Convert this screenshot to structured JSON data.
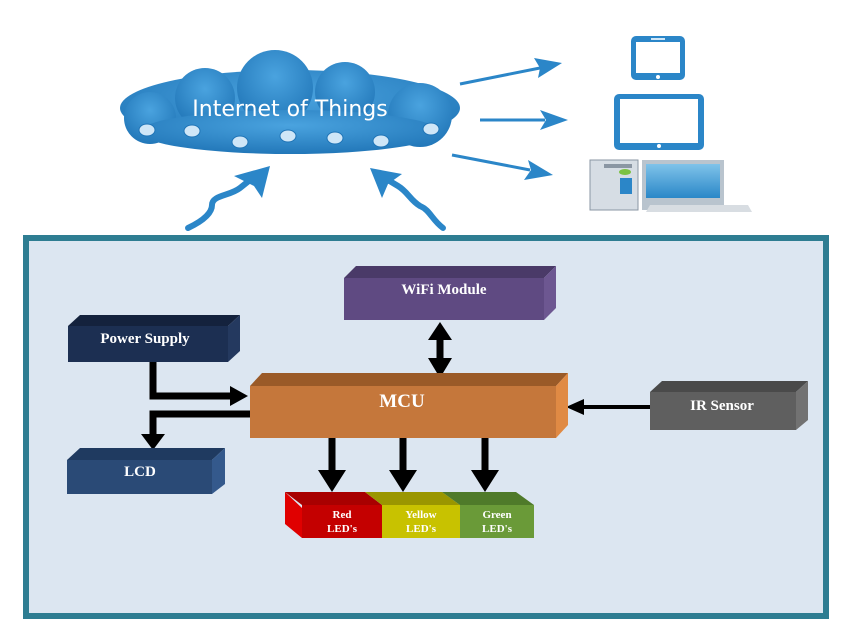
{
  "cloud": {
    "title": "Internet of Things",
    "color": "#2b86c8",
    "icons": [
      "gear-icon",
      "heart-icon",
      "home-icon",
      "link-icon",
      "car-icon",
      "speaker-icon",
      "cloud-icon"
    ]
  },
  "devices": [
    {
      "name": "smartphone",
      "icon": "smartphone-icon"
    },
    {
      "name": "tablet",
      "icon": "tablet-icon"
    },
    {
      "name": "desktop computer",
      "icon": "desktop-computer-icon"
    }
  ],
  "colors": {
    "iot_blue": "#2b86c8",
    "frame": "#2e7d92",
    "panel": "#dce6f1",
    "wifi": "#5f4a82",
    "power": "#1c2f52",
    "lcd": "#2a4a76",
    "mcu": "#c5773b",
    "ir": "#5f5f5f",
    "red_led": "#d10000",
    "yellow_led": "#c8c200",
    "green_led": "#6a9a38",
    "arrow": "#000000"
  },
  "blocks": {
    "wifi": "WiFi Module",
    "power": "Power Supply",
    "mcu": "MCU",
    "ir": "IR Sensor",
    "lcd": "LCD",
    "red_led": [
      "Red",
      "LED's"
    ],
    "yellow_led": [
      "Yellow",
      "LED's"
    ],
    "green_led": [
      "Green",
      "LED's"
    ]
  },
  "connections": [
    {
      "from": "Power Supply",
      "to": "MCU"
    },
    {
      "from": "MCU",
      "to": "LCD"
    },
    {
      "from": "MCU",
      "to": "WiFi Module",
      "bidirectional": true
    },
    {
      "from": "IR Sensor",
      "to": "MCU"
    },
    {
      "from": "MCU",
      "to": "Red LED's"
    },
    {
      "from": "MCU",
      "to": "Yellow LED's"
    },
    {
      "from": "MCU",
      "to": "Green LED's"
    },
    {
      "from": "system",
      "to": "Internet of Things"
    },
    {
      "from": "Internet of Things",
      "to": "smartphone"
    },
    {
      "from": "Internet of Things",
      "to": "tablet"
    },
    {
      "from": "Internet of Things",
      "to": "desktop computer"
    }
  ]
}
